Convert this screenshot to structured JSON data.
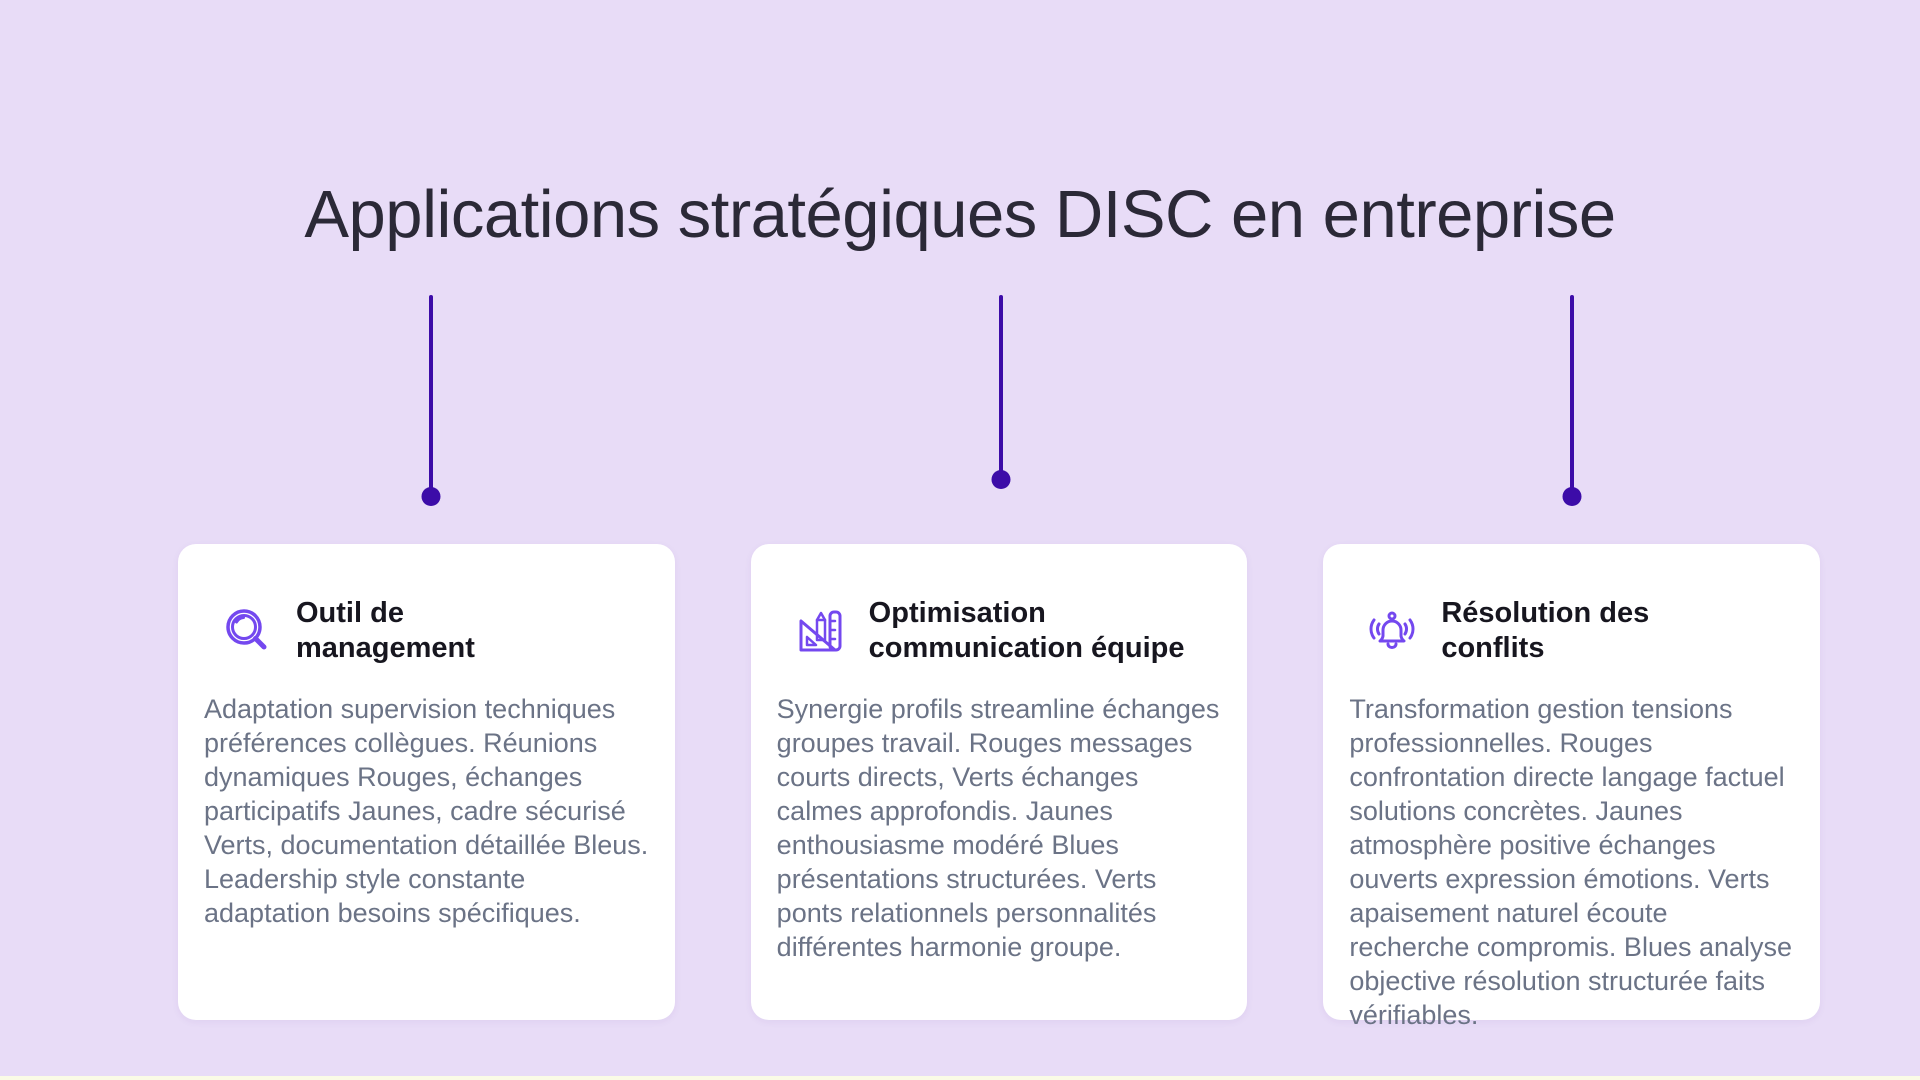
{
  "slide": {
    "title": "Applications stratégiques DISC en entreprise"
  },
  "cards": [
    {
      "icon": "magnifier-icon",
      "title": "Outil de\nmanagement",
      "body": "Adaptation supervision techniques préférences collègues. Réunions dynamiques Rouges, échanges participatifs Jaunes, cadre sécurisé Verts, documentation détaillée Bleus. Leadership style constante adaptation besoins spécifiques."
    },
    {
      "icon": "design-tools-icon",
      "title": "Optimisation\ncommunication équipe",
      "body": "Synergie profils streamline échanges groupes travail. Rouges messages courts directs, Verts échanges calmes approfondis. Jaunes enthousiasme modéré Blues présentations structurées. Verts ponts relationnels personnalités différentes harmonie groupe."
    },
    {
      "icon": "bell-icon",
      "title": "Résolution des\nconflits",
      "body": "Transformation gestion tensions professionnelles. Rouges confrontation directe langage factuel solutions concrètes. Jaunes atmosphère positive échanges ouverts expression émotions. Verts apaisement naturel écoute recherche compromis. Blues analyse objective résolution structurée faits vérifiables."
    }
  ],
  "colors": {
    "background": "#e8dcf7",
    "card_background": "#ffffff",
    "connector": "#3c0ca8",
    "icon": "#7448ef",
    "title_text": "#2b2937",
    "card_title_text": "#17161f",
    "body_text": "#6b7386",
    "bottom_strip": "#fafbe6"
  }
}
